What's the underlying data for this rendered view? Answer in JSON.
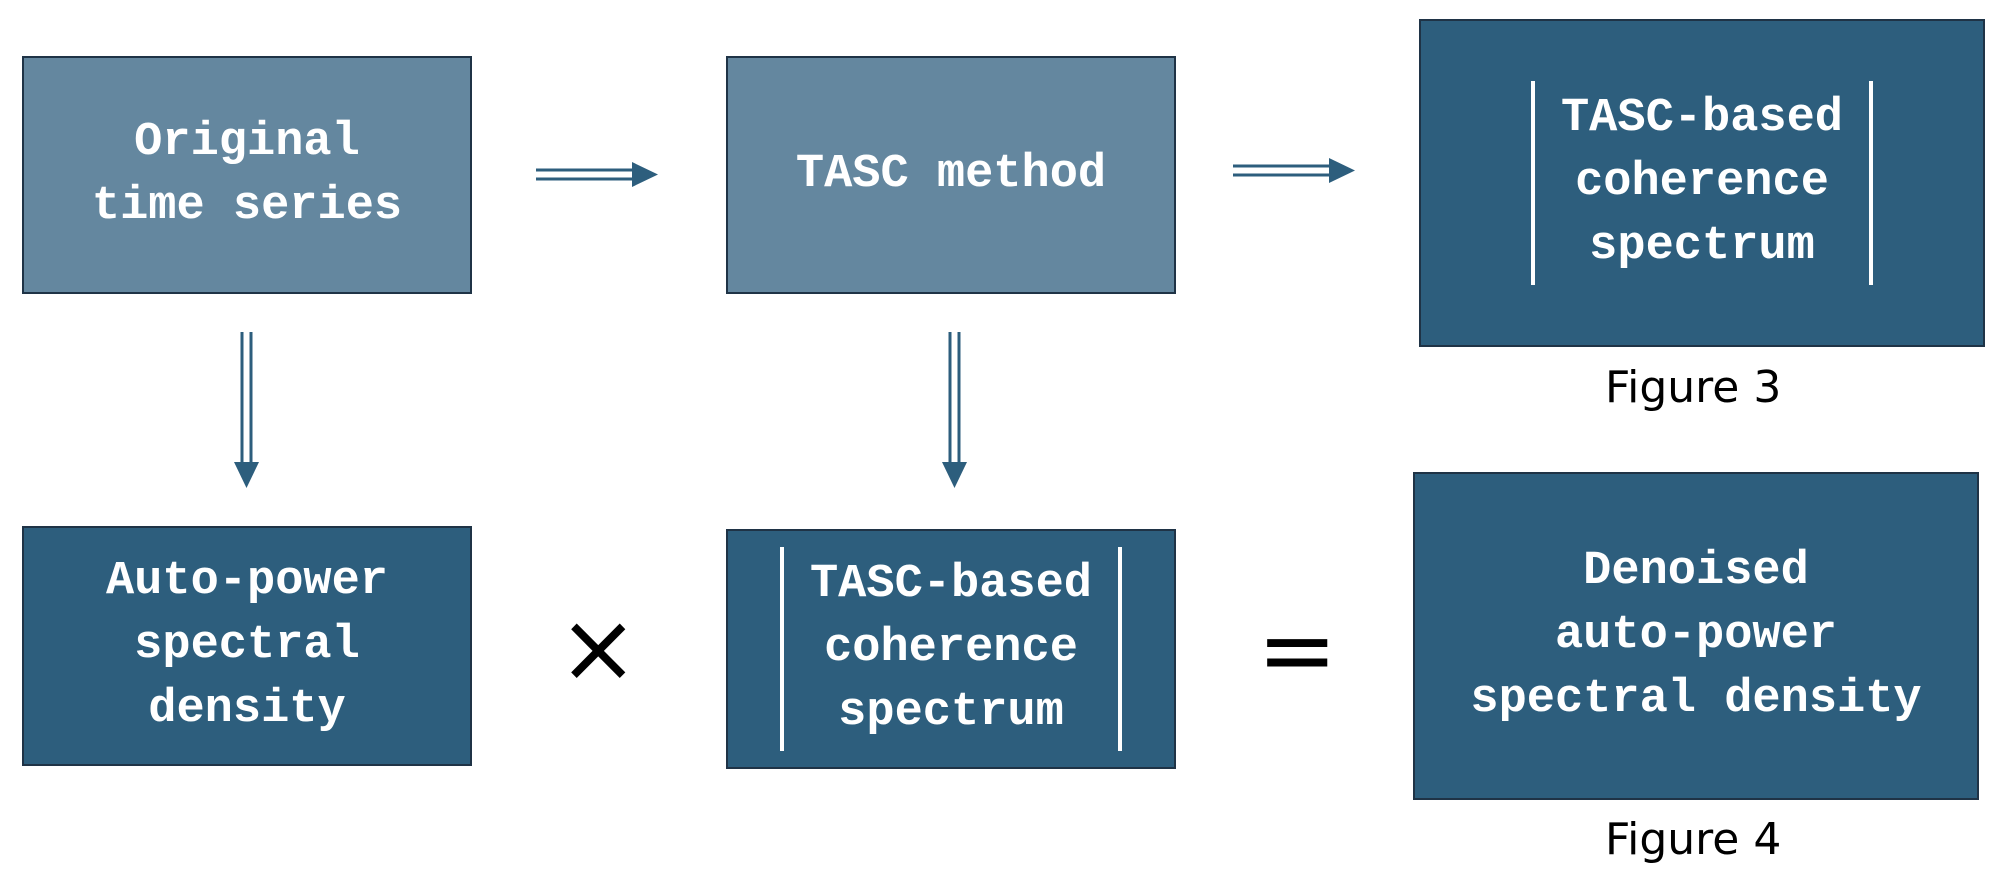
{
  "boxes": {
    "original": {
      "lines": [
        "Original",
        "time series"
      ]
    },
    "tasc_method": {
      "lines": [
        "TASC method"
      ]
    },
    "coherence_top": {
      "lines": [
        "TASC-based",
        "coherence",
        "spectrum"
      ]
    },
    "auto_power": {
      "lines": [
        "Auto-power",
        "spectral",
        "density"
      ]
    },
    "coherence_bottom": {
      "lines": [
        "TASC-based",
        "coherence",
        "spectrum"
      ]
    },
    "denoised": {
      "lines": [
        "Denoised",
        "auto-power",
        "spectral density"
      ]
    }
  },
  "captions": {
    "figure3": "Figure 3",
    "figure4": "Figure 4"
  },
  "operators": {
    "multiply": "×",
    "equals": "="
  },
  "colors": {
    "light_box": "#64879f",
    "dark_box": "#2d5e7d",
    "arrow": "#2d5e7d",
    "border": "#1f3346"
  }
}
